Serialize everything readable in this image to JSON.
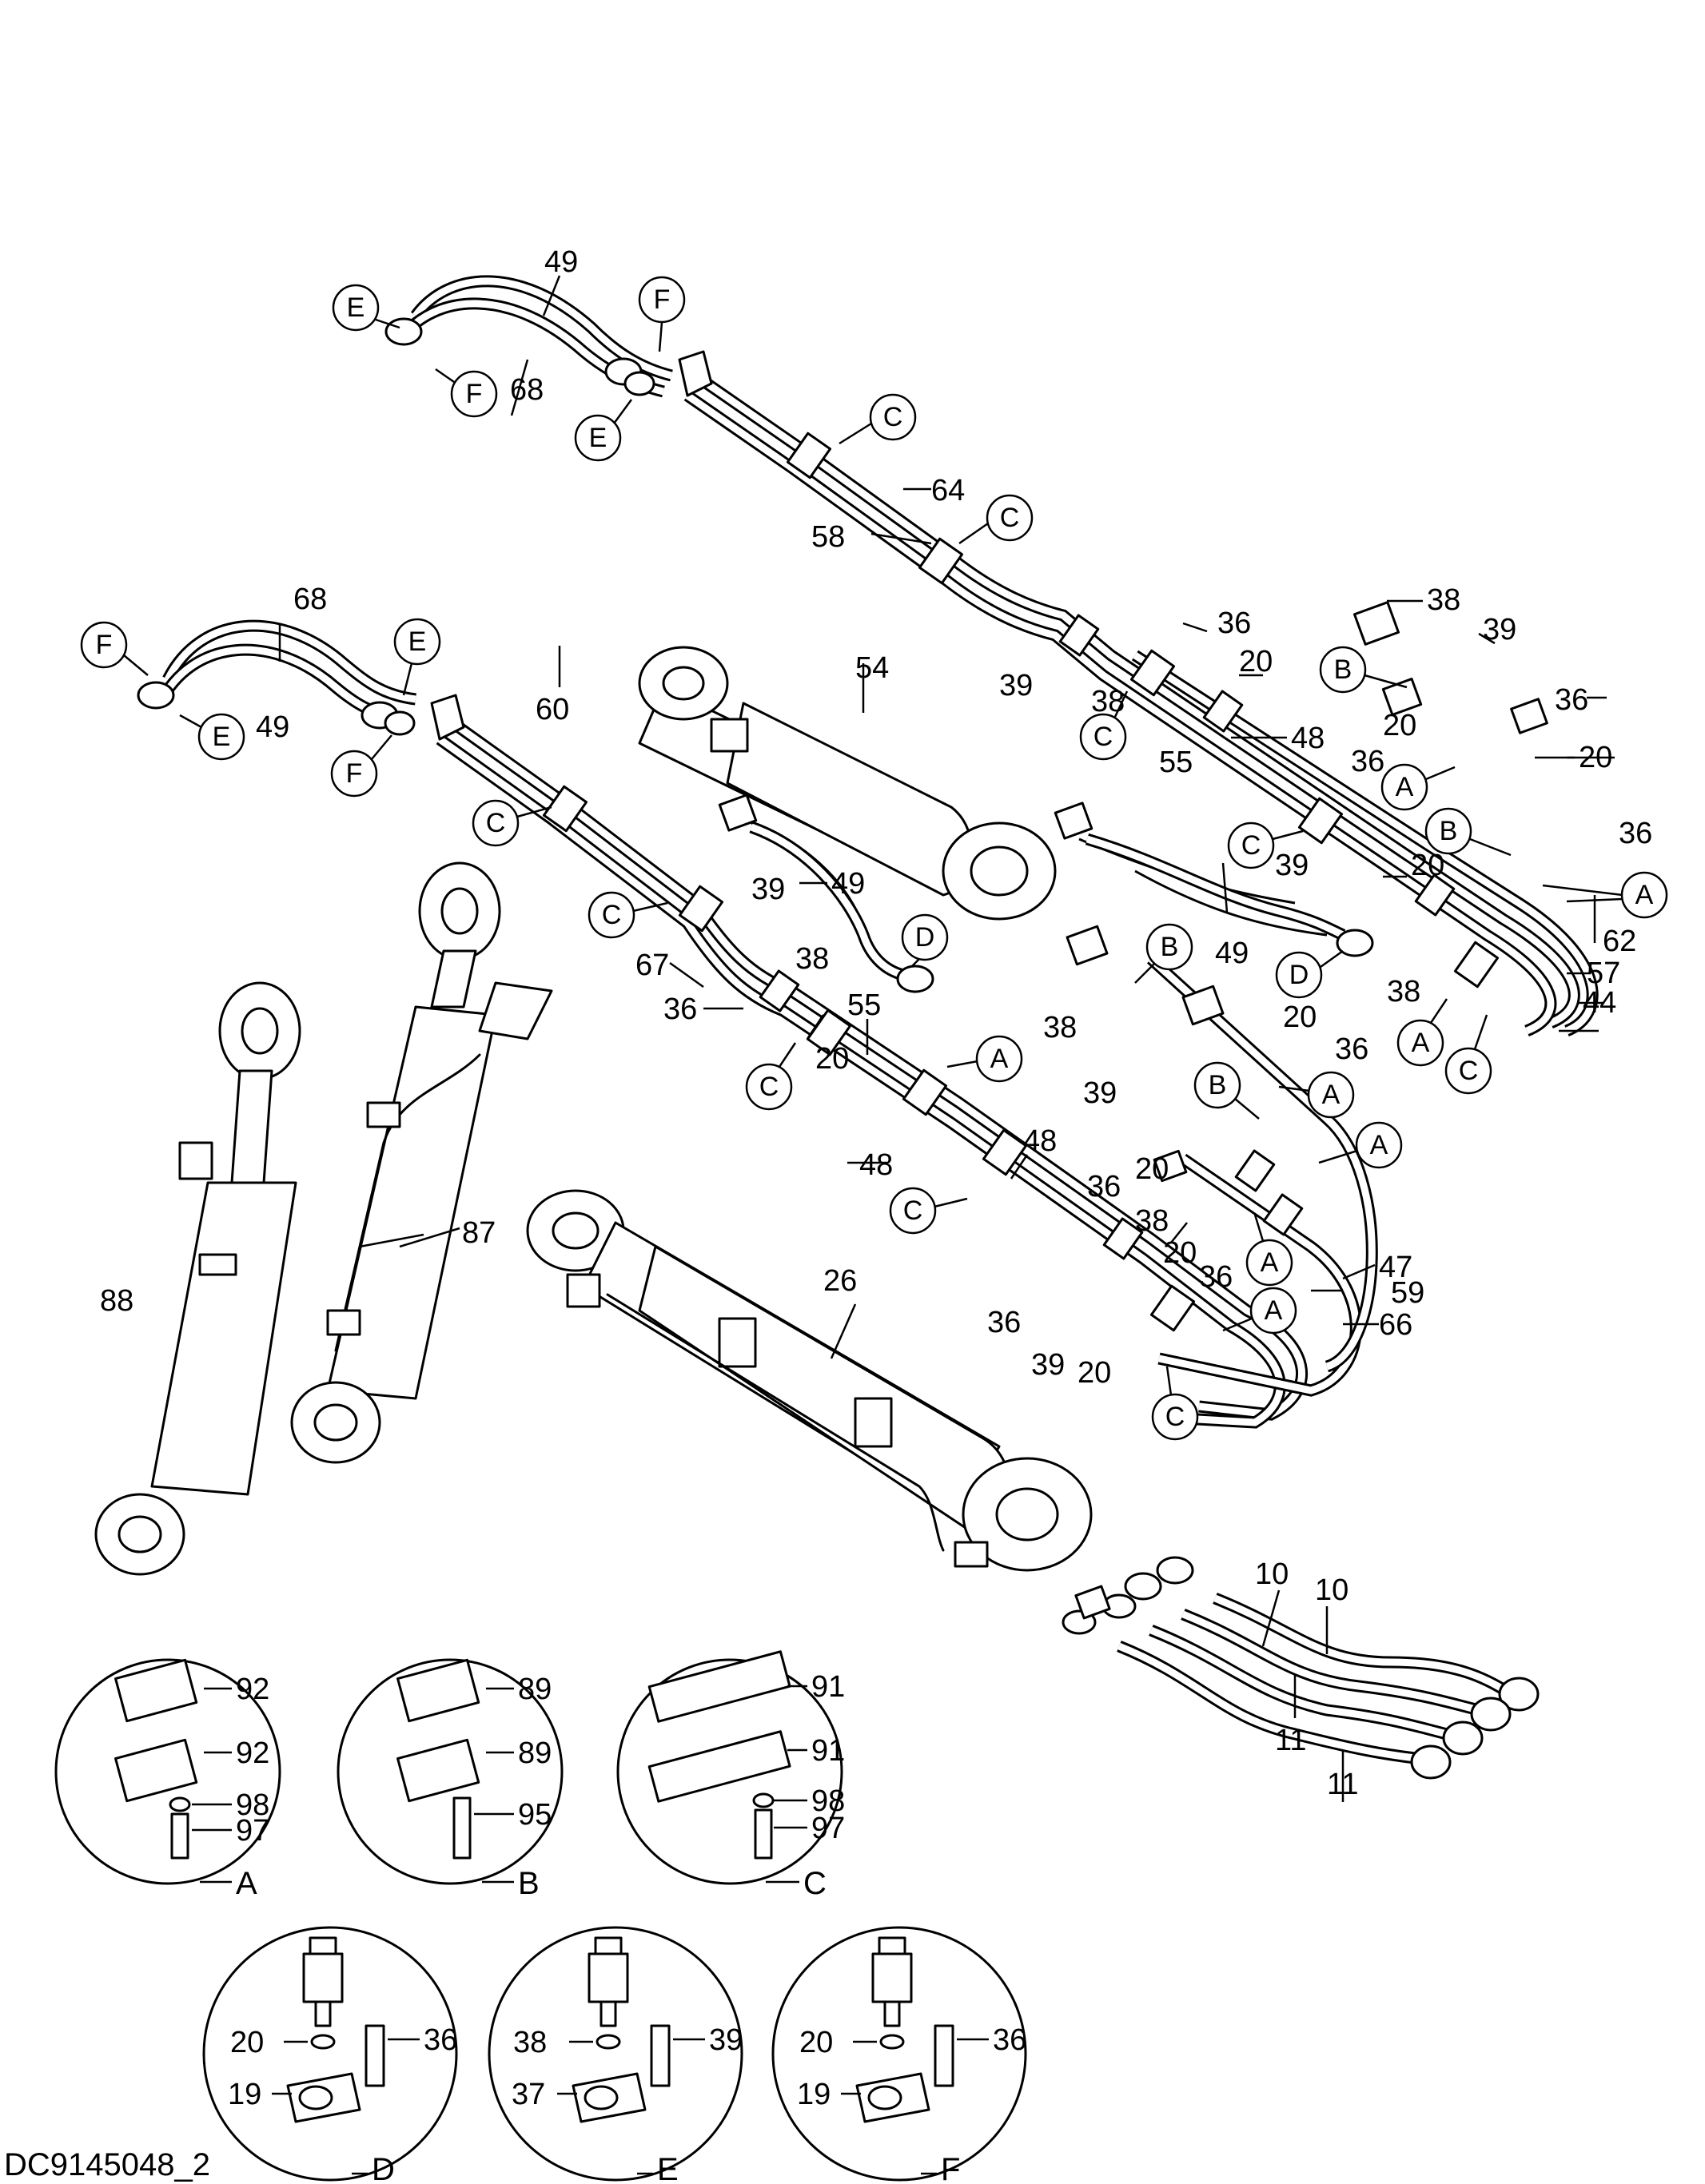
{
  "drawing_id": "DC9145048_2",
  "part_numbers": {
    "n10": "10",
    "n11": "11",
    "n19": "19",
    "n20": "20",
    "n26": "26",
    "n36": "36",
    "n37": "37",
    "n38": "38",
    "n39": "39",
    "n44": "44",
    "n47": "47",
    "n48": "48",
    "n49": "49",
    "n54": "54",
    "n55": "55",
    "n57": "57",
    "n58": "58",
    "n59": "59",
    "n60": "60",
    "n62": "62",
    "n64": "64",
    "n66": "66",
    "n67": "67",
    "n68": "68",
    "n87": "87",
    "n88": "88",
    "n89": "89",
    "n91": "91",
    "n92": "92",
    "n95": "95",
    "n97": "97",
    "n98": "98"
  },
  "callouts": {
    "A": "A",
    "B": "B",
    "C": "C",
    "D": "D",
    "E": "E",
    "F": "F"
  },
  "details": [
    {
      "letter": "A",
      "parts": [
        "92",
        "92",
        "98",
        "97"
      ]
    },
    {
      "letter": "B",
      "parts": [
        "89",
        "89",
        "95"
      ]
    },
    {
      "letter": "C",
      "parts": [
        "91",
        "91",
        "98",
        "97"
      ]
    },
    {
      "letter": "D",
      "parts": [
        "20",
        "36",
        "19"
      ]
    },
    {
      "letter": "E",
      "parts": [
        "38",
        "39",
        "37"
      ]
    },
    {
      "letter": "F",
      "parts": [
        "20",
        "36",
        "19"
      ]
    }
  ]
}
